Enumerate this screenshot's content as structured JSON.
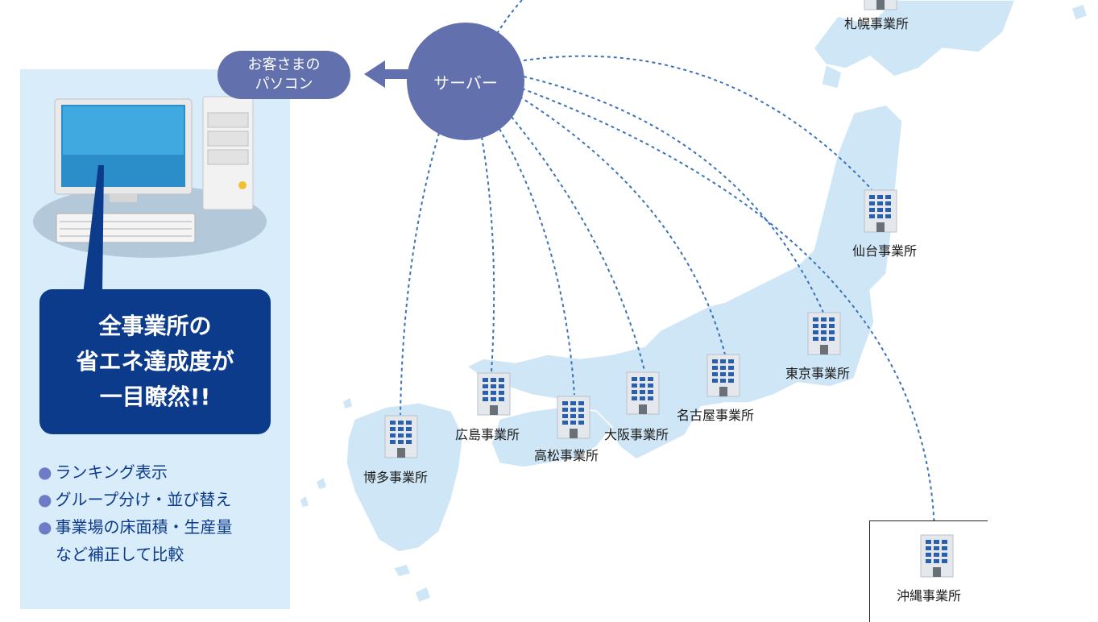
{
  "customer_pc_label_line1": "お客さまの",
  "customer_pc_label_line2": "パソコン",
  "server_label": "サーバー",
  "callout": {
    "line1": "全事業所の",
    "line2": "省エネ達成度が",
    "line3": "一目瞭然!!"
  },
  "features": [
    "ランキング表示",
    "グループ分け・並び替え",
    "事業場の床面積・生産量",
    "など補正して比較"
  ],
  "bullet": "●",
  "offices": {
    "sapporo": "札幌事業所",
    "sendai": "仙台事業所",
    "tokyo": "東京事業所",
    "nagoya": "名古屋事業所",
    "osaka": "大阪事業所",
    "takamatsu": "高松事業所",
    "hiroshima": "広島事業所",
    "hakata": "博多事業所",
    "okinawa": "沖縄事業所"
  },
  "colors": {
    "map_fill": "#cfe6f7",
    "navy": "#0d3b8c",
    "server_purple": "#6270ad",
    "dotted_line": "#3a72b8",
    "panel_bg": "#d9ecfa"
  }
}
